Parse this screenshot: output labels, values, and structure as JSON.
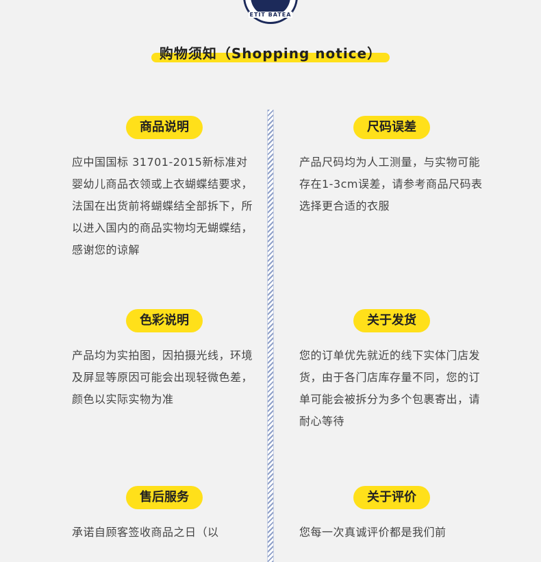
{
  "logo": {
    "text": "ETIT BATEA"
  },
  "title": "购物须知（Shopping notice）",
  "sections": [
    {
      "tag": "商品说明",
      "body": "应中国国标 31701-2015新标准对婴幼儿商品衣领或上衣蝴蝶结要求，法国在出货前将蝴蝶结全部拆下，所以进入国内的商品实物均无蝴蝶结，感谢您的谅解"
    },
    {
      "tag": "尺码误差",
      "body": "产品尺码均为人工测量，与实物可能存在1-3cm误差，请参考商品尺码表选择更合适的衣服"
    },
    {
      "tag": "色彩说明",
      "body": "产品均为实拍图，因拍摄光线，环境及屏显等原因可能会出现轻微色差，颜色以实际实物为准"
    },
    {
      "tag": "关于发货",
      "body": "您的订单优先就近的线下实体门店发货，由于各门店库存量不同，您的订单可能会被拆分为多个包裹寄出，请耐心等待"
    },
    {
      "tag": "售后服务",
      "body": "承诺自顾客签收商品之日（以"
    },
    {
      "tag": "关于评价",
      "body": "您每一次真诚评价都是我们前"
    }
  ],
  "colors": {
    "accent": "#ffe01a",
    "brand": "#1c2a5a",
    "background": "#f2f2f2"
  }
}
